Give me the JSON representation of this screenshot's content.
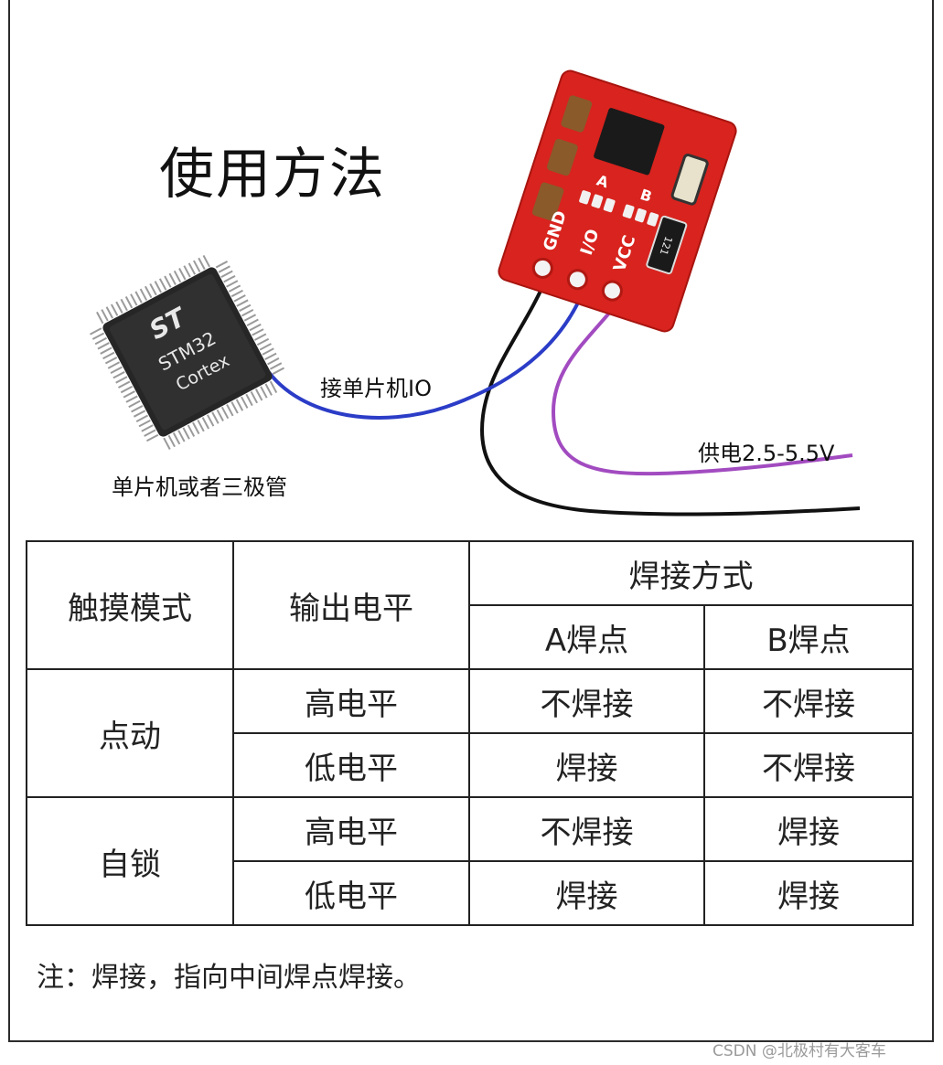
{
  "title": "使用方法",
  "chip": {
    "brand_logo_text": "ST",
    "model_text": "STM32",
    "core_text": "Cortex",
    "caption": "单片机或者三极管"
  },
  "module": {
    "pins": [
      "GND",
      "I/O",
      "VCC"
    ],
    "pads": [
      "A",
      "B"
    ],
    "component_mark": "121"
  },
  "wires": {
    "io_label": "接单片机IO",
    "power_label": "供电2.5-5.5V",
    "colors": {
      "io": "#2b3cc7",
      "power": "#a24bc0",
      "ground": "#111111",
      "board": "#d8231e"
    }
  },
  "table": {
    "headers": {
      "touch_mode": "触摸模式",
      "output_level": "输出电平",
      "solder_method": "焊接方式",
      "pad_a": "A焊点",
      "pad_b": "B焊点"
    },
    "groups": [
      {
        "mode": "点动",
        "rows": [
          {
            "level": "高电平",
            "a": "不焊接",
            "b": "不焊接"
          },
          {
            "level": "低电平",
            "a": "焊接",
            "b": "不焊接"
          }
        ]
      },
      {
        "mode": "自锁",
        "rows": [
          {
            "level": "高电平",
            "a": "不焊接",
            "b": "焊接"
          },
          {
            "level": "低电平",
            "a": "焊接",
            "b": "焊接"
          }
        ]
      }
    ]
  },
  "note": "注：焊接，指向中间焊点焊接。",
  "watermark": "CSDN @北极村有大客车"
}
